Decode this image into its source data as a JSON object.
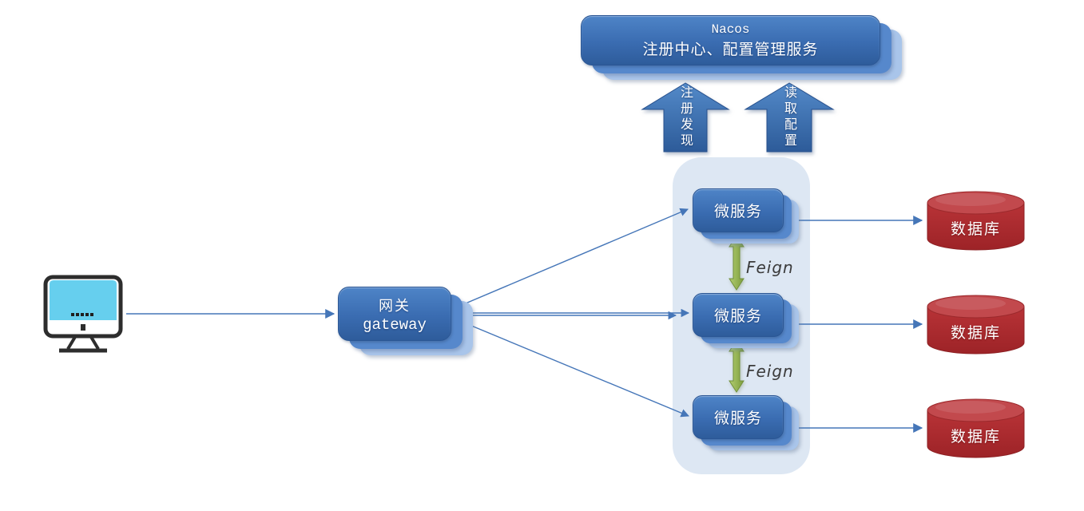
{
  "nacos": {
    "name": "Nacos",
    "subtitle": "注册中心、配置管理服务"
  },
  "registry_arrow": {
    "label": "注册发现"
  },
  "config_arrow": {
    "label": "读取配置"
  },
  "gateway": {
    "name": "网关",
    "subname": "gateway"
  },
  "microservices": [
    {
      "label": "微服务"
    },
    {
      "label": "微服务"
    },
    {
      "label": "微服务"
    }
  ],
  "feign": [
    {
      "label": "Feign"
    },
    {
      "label": "Feign"
    }
  ],
  "databases": [
    {
      "label": "数据库"
    },
    {
      "label": "数据库"
    },
    {
      "label": "数据库"
    }
  ],
  "icons": {
    "client": "computer-monitor-icon"
  },
  "colors": {
    "node_blue": "#3a6cb1",
    "node_shadow_mid": "#5688cc",
    "node_shadow_light": "#a9c5ea",
    "container_bg": "#dde7f3",
    "db_red": "#b02b2e",
    "feign_green": "#8fae4a",
    "connector_blue": "#4576b8"
  }
}
